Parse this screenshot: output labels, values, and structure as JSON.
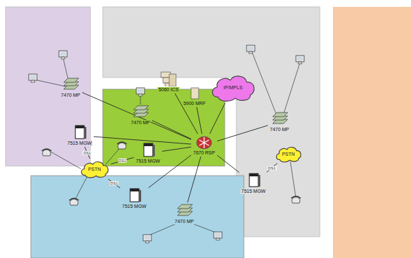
{
  "diagram": {
    "nodes": [
      {
        "text": [
          "7470 MP"
        ]
      },
      {
        "text": [
          "5060 ICS"
        ]
      },
      {
        "text": [
          "5900 MRF"
        ]
      },
      {
        "text": [
          "IP/MPLS"
        ]
      },
      {
        "text": [
          "7470 MP"
        ]
      },
      {
        "text": [
          "7470 MP"
        ]
      },
      {
        "text": [
          "7515 MGW"
        ]
      },
      {
        "text": [
          "7515 MGW"
        ]
      },
      {
        "text": [
          "7670 RSP"
        ]
      },
      {
        "text": [
          "PSTN"
        ]
      },
      {
        "text": [
          "PSTN"
        ]
      },
      {
        "text": [
          "7515 MGW"
        ]
      },
      {
        "text": [
          "7515 MGW"
        ]
      },
      {
        "text": [
          "7470 MP"
        ]
      }
    ],
    "edges": [
      {
        "from": 8,
        "to": 0,
        "arrow": "none"
      },
      {
        "from": 8,
        "to": 1,
        "arrow": "none"
      },
      {
        "from": 8,
        "to": 2,
        "arrow": "none"
      },
      {
        "from": 8,
        "to": 3,
        "arrow": "none"
      },
      {
        "from": 8,
        "to": 4,
        "arrow": "none"
      },
      {
        "from": 8,
        "to": 5,
        "arrow": "none"
      },
      {
        "from": 8,
        "to": 6,
        "arrow": "none"
      },
      {
        "from": 8,
        "to": 7,
        "arrow": "none"
      },
      {
        "from": 8,
        "to": 11,
        "arrow": "none"
      },
      {
        "from": 8,
        "to": 12,
        "arrow": "none"
      },
      {
        "from": 8,
        "to": 13,
        "arrow": "none"
      },
      {
        "from": 9,
        "to": 6,
        "label": "DS1",
        "arrow": "none"
      },
      {
        "from": 9,
        "to": 7,
        "label": "DS1",
        "arrow": "none"
      },
      {
        "from": 9,
        "to": 12,
        "label": "DS1",
        "arrow": "none"
      },
      {
        "from": 10,
        "to": 11,
        "label": "DS1",
        "arrow": "none"
      }
    ]
  }
}
